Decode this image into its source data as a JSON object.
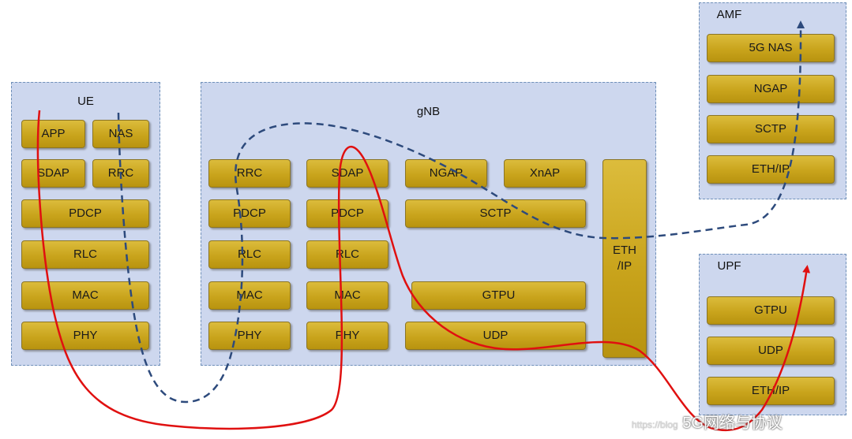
{
  "nodes": {
    "ue": {
      "title": "UE",
      "layers": [
        "APP",
        "NAS",
        "SDAP",
        "RRC",
        "PDCP",
        "RLC",
        "MAC",
        "PHY"
      ]
    },
    "gnb": {
      "title": "gNB",
      "layers": [
        "RRC",
        "PDCP",
        "RLC",
        "MAC",
        "PHY",
        "SDAP",
        "PDCP",
        "RLC",
        "MAC",
        "PHY",
        "NGAP",
        "XnAP",
        "SCTP",
        "GTPU",
        "UDP"
      ],
      "eth_ip": [
        "ETH",
        "/IP"
      ]
    },
    "amf": {
      "title": "AMF",
      "layers": [
        "5G NAS",
        "NGAP",
        "SCTP",
        "ETH/IP"
      ]
    },
    "upf": {
      "title": "UPF",
      "layers": [
        "GTPU",
        "UDP",
        "ETH/IP"
      ]
    }
  },
  "paths": {
    "user_plane_color": "#e01010",
    "control_plane_color": "#2d4a7c"
  },
  "watermark": {
    "url": "https://blog",
    "text": "5G网络与协议"
  }
}
